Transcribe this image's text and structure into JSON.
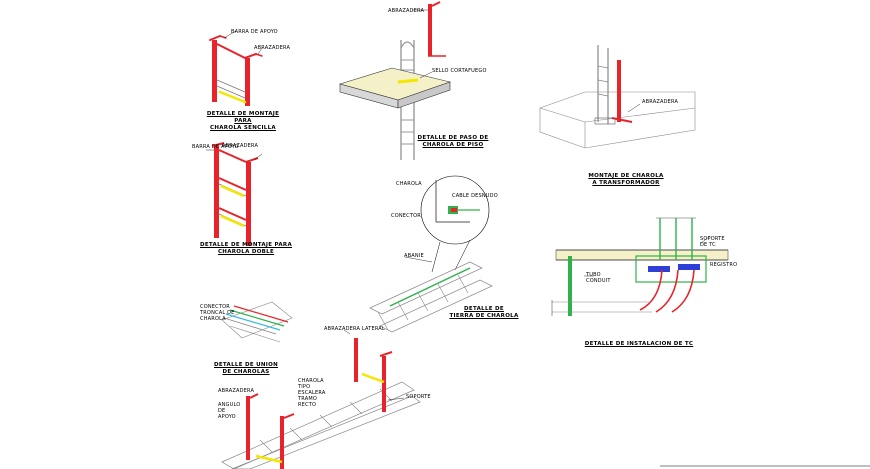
{
  "details": {
    "single_tray": {
      "title_1": "DETALLE DE MONTAJE PARA",
      "title_2": "CHAROLA SENCILLA",
      "label_a": "BARRA DE APOYO",
      "label_b": "ABRAZADERA"
    },
    "double_tray": {
      "title_1": "DETALLE DE MONTAJE PARA",
      "title_2": "CHAROLA DOBLE",
      "label_a": "BARRA DE APOYO",
      "label_b": "ABRAZADERA"
    },
    "floor_pass": {
      "title_1": "DETALLE DE PASO DE",
      "title_2": "CHAROLA DE PISO",
      "label_top": "ABRAZADERA",
      "label_side": "SELLO CORTAFUEGO"
    },
    "transformer": {
      "title_1": "MONTAJE DE CHAROLA",
      "title_2": "A TRANSFORMADOR",
      "label": "ABRAZADERA"
    },
    "grounding": {
      "title_1": "DETALLE DE",
      "title_2": "TIERRA DE CHAROLA",
      "label_a": "CHAROLA",
      "label_b": "CABLE DESNUDO",
      "label_c": "CONECTOR",
      "label_d": "ABANIE"
    },
    "union": {
      "title_1": "DETALLE DE UNION",
      "title_2": "DE CHAROLAS",
      "label": "CONECTOR TRONCAL DE CHAROLA"
    },
    "assembly": {
      "label_a": "ABRAZADERA LATERAL",
      "label_b": "CHAROLA TIPO ESCALERA TRAMO RECTO",
      "label_c": "SOPORTE",
      "label_d": "ABRAZADERA",
      "label_e": "ANGULO DE APOYO"
    },
    "ct_install": {
      "title": "DETALLE DE INSTALACION DE TC",
      "label_a": "TUBO CONDUIT",
      "label_b": "SOPORTE DE TC",
      "label_c": "REGISTRO"
    }
  },
  "colors": {
    "red": "#e8232a",
    "yellow": "#f3e600",
    "green": "#2fb24a",
    "blue": "#2f3fd6",
    "cyan": "#37b9e6",
    "line": "#555555",
    "floor": "#f4f0c8"
  }
}
